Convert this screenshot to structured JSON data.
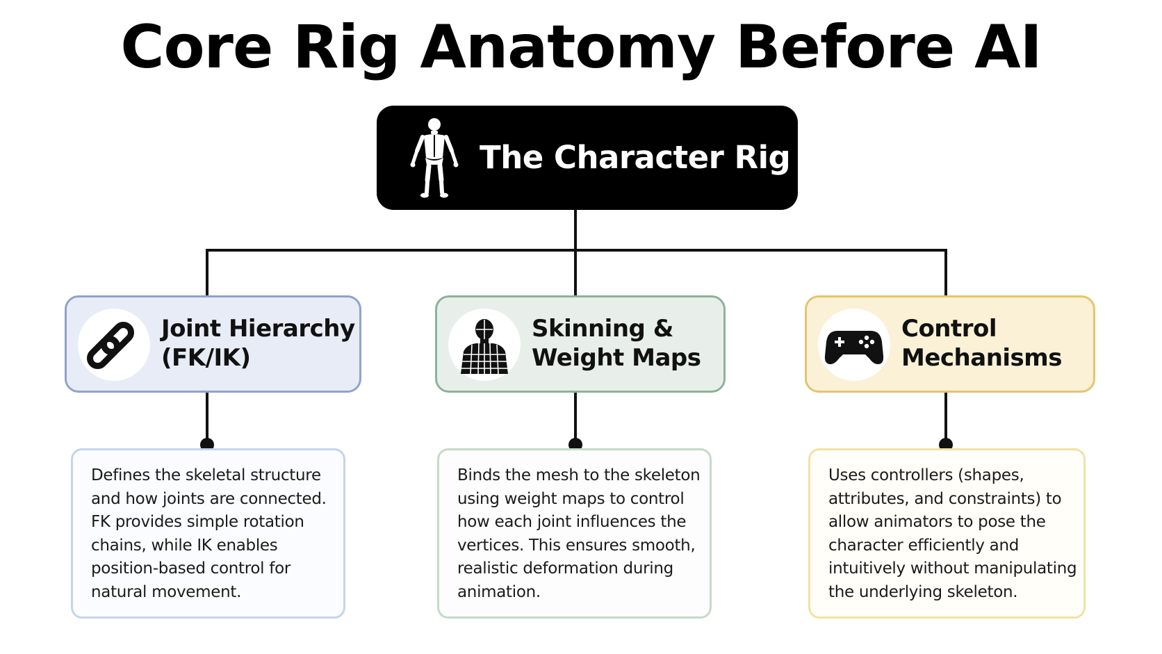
{
  "title": "Core Rig Anatomy Before AI",
  "root": {
    "label": "The Character Rig",
    "icon": "skeleton-figure-icon"
  },
  "categories": [
    {
      "label": "Joint Hierarchy\n(FK/IK)",
      "icon": "chain-link-icon",
      "description": "Defines the skeletal structure and how joints are connected. FK provides simple rotation chains, while IK enables position-based control for natural movement."
    },
    {
      "label": "Skinning &\nWeight Maps",
      "icon": "body-mesh-icon",
      "description": "Binds the mesh to the skeleton using weight maps to control how each joint influences the vertices. This ensures smooth, realistic deformation during animation."
    },
    {
      "label": "Control\nMechanisms",
      "icon": "gamepad-icon",
      "description": "Uses controllers (shapes, attributes, and constraints) to allow animators to pose the character efficiently and intuitively without manipulating the underlying skeleton."
    }
  ],
  "colors": {
    "blue_fill": "#e8ecf6",
    "blue_border": "#8ea3cc",
    "green_fill": "#e8efea",
    "green_border": "#8cb29a",
    "yellow_fill": "#faf1d7",
    "yellow_border": "#e3c56c",
    "root_fill": "#000000",
    "connector": "#111111"
  }
}
